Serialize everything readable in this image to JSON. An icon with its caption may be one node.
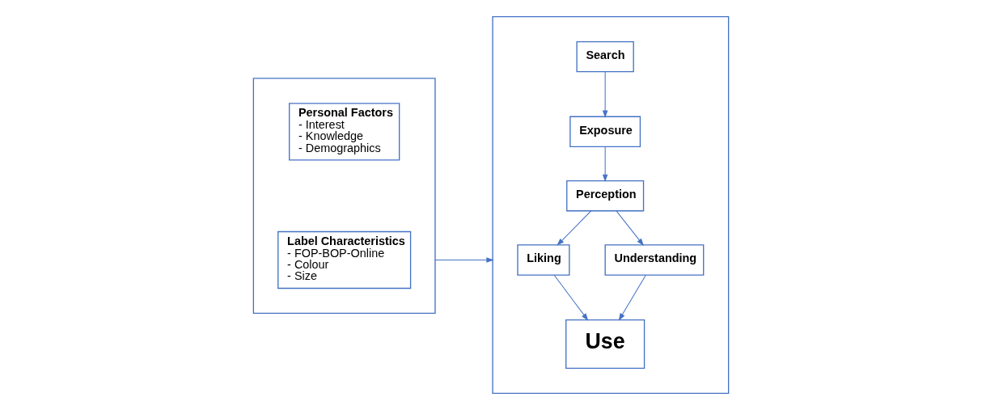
{
  "diagram": {
    "nodes": [
      {
        "text": [],
        "shape": "box"
      },
      {
        "text": [
          "Personal Factors",
          "- Interest",
          "- Knowledge",
          "- Demographics"
        ],
        "in": 0
      },
      {
        "text": [
          "Label Characteristics",
          "- FOP-BOP-Online",
          "- Colour",
          "- Size"
        ],
        "in": 0
      },
      {
        "text": [],
        "shape": "box"
      },
      {
        "text": [
          "Search"
        ],
        "in": 3
      },
      {
        "text": [
          "Exposure"
        ],
        "in": 3
      },
      {
        "text": [
          "Perception"
        ],
        "in": 3
      },
      {
        "text": [
          "Liking"
        ],
        "in": 3
      },
      {
        "text": [
          "Understanding"
        ],
        "in": 3
      },
      {
        "text": [
          "Use"
        ],
        "in": 3
      }
    ],
    "edges": [
      {
        "from": 0,
        "to": 3,
        "arrow": "to"
      },
      {
        "from": 4,
        "to": 5,
        "arrow": "to"
      },
      {
        "from": 5,
        "to": 6,
        "arrow": "to"
      },
      {
        "from": 6,
        "to": 7,
        "arrow": "to"
      },
      {
        "from": 6,
        "to": 8,
        "arrow": "to"
      },
      {
        "from": 7,
        "to": 9,
        "arrow": "to"
      },
      {
        "from": 8,
        "to": 9,
        "arrow": "to"
      }
    ]
  }
}
